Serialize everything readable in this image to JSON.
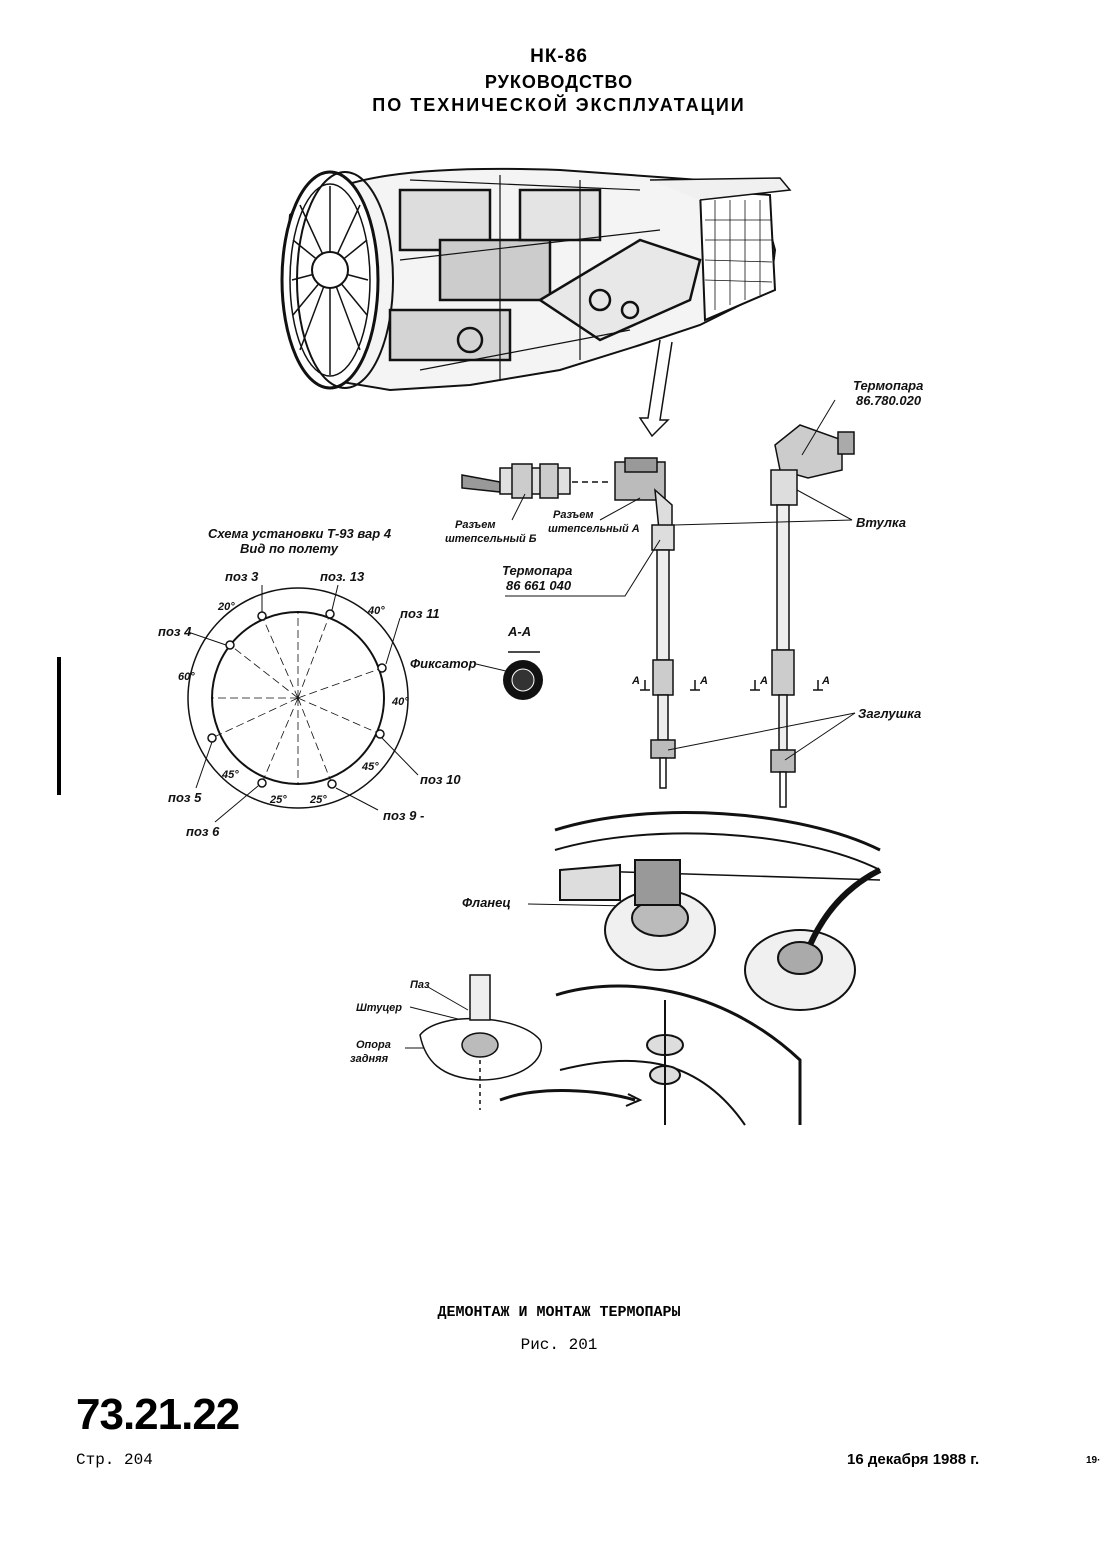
{
  "header": {
    "model": "НК-86",
    "line1": "РУКОВОДСТВО",
    "line2": "ПО ТЕХНИЧЕСКОЙ ЭКСПЛУАТАЦИИ"
  },
  "figure": {
    "thermocouple_top": {
      "title": "Термопара",
      "number": "86.780.020"
    },
    "thermocouple_mid": {
      "title": "Термопара",
      "number": "86 661 040"
    },
    "bushing": "Втулка",
    "plug": "Заглушка",
    "connector_b": {
      "line1": "Разъем",
      "line2": "штепсельный Б"
    },
    "connector_a": {
      "line1": "Разъем",
      "line2": "штепсельный А"
    },
    "scheme": {
      "line1": "Схема установки Т-93 вар 4",
      "line2": "Вид по полету"
    },
    "section": "А-А",
    "lock": "Фиксатор",
    "flange": "Фланец",
    "groove": "Паз",
    "fitting": "Штуцер",
    "rear_support": {
      "line1": "Опора",
      "line2": "задняя"
    },
    "section_marks": [
      "А",
      "А",
      "А",
      "А"
    ],
    "positions": [
      "поз 3",
      "поз. 13",
      "поз 4",
      "поз 11",
      "поз 5",
      "поз 10",
      "поз 6",
      "поз 9 -"
    ],
    "angles": [
      "20°",
      "40°",
      "60°",
      "40°",
      "45°",
      "45°",
      "25°",
      "25°"
    ]
  },
  "caption": {
    "title": "ДЕМОНТАЖ И МОНТАЖ ТЕРМОПАРЫ",
    "fig": "Рис. 201"
  },
  "footer": {
    "doc_number": "73.21.22",
    "page": "Стр. 204",
    "date": "16 декабря 1988 г.",
    "corner_mark": "19·"
  }
}
